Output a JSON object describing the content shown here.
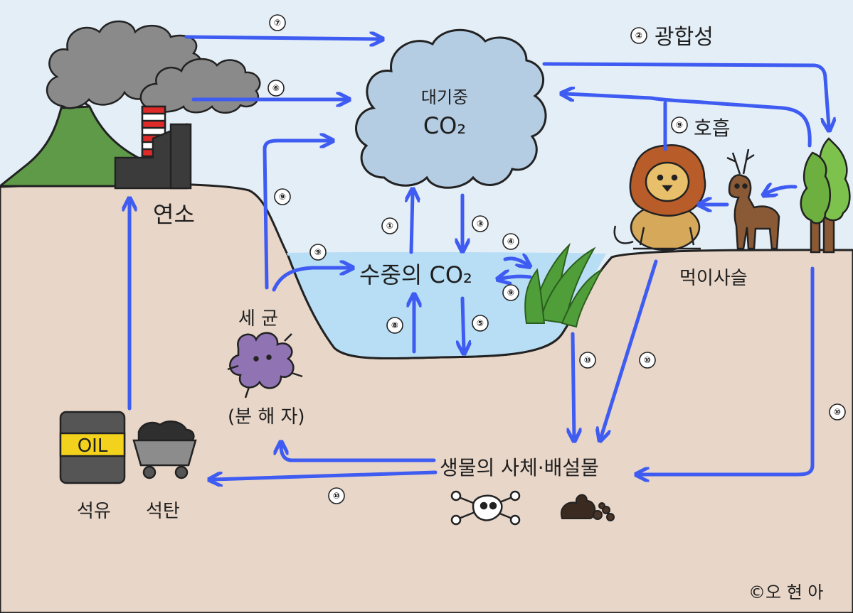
{
  "colors": {
    "sky": "#e4eef7",
    "ground": "#e8d6c8",
    "water": "#b7def5",
    "cloud": "#b5cde3",
    "arrow": "#3e5bf2",
    "outline": "#222222"
  },
  "labels": {
    "atmosphere_line1": "대기중",
    "atmosphere_line2": "CO₂",
    "photosynthesis": "광합성",
    "respiration": "호흡",
    "combustion": "연소",
    "water_co2": "수중의 CO₂",
    "food_chain": "먹이사슬",
    "bacteria": "세 균",
    "decomposer": "(분 해 자)",
    "remains": "생물의 사체·배설물",
    "oil": "석유",
    "coal": "석탄",
    "barrel_text": "OIL",
    "copyright": "©오 현 아"
  },
  "markers": {
    "n1": "①",
    "n2": "②",
    "n3": "③",
    "n4": "④",
    "n5": "⑤",
    "n6": "⑥",
    "n7": "⑦",
    "n8": "⑧",
    "n9": "⑨",
    "n10": "⑩"
  },
  "icons": [
    "volcano-icon",
    "factory-icon",
    "smoke-icon",
    "cloud-icon",
    "lion-icon",
    "deer-icon",
    "tree-icon",
    "grass-icon",
    "bacteria-icon",
    "oil-barrel-icon",
    "coal-cart-icon",
    "skull-bone-icon",
    "droppings-icon"
  ]
}
